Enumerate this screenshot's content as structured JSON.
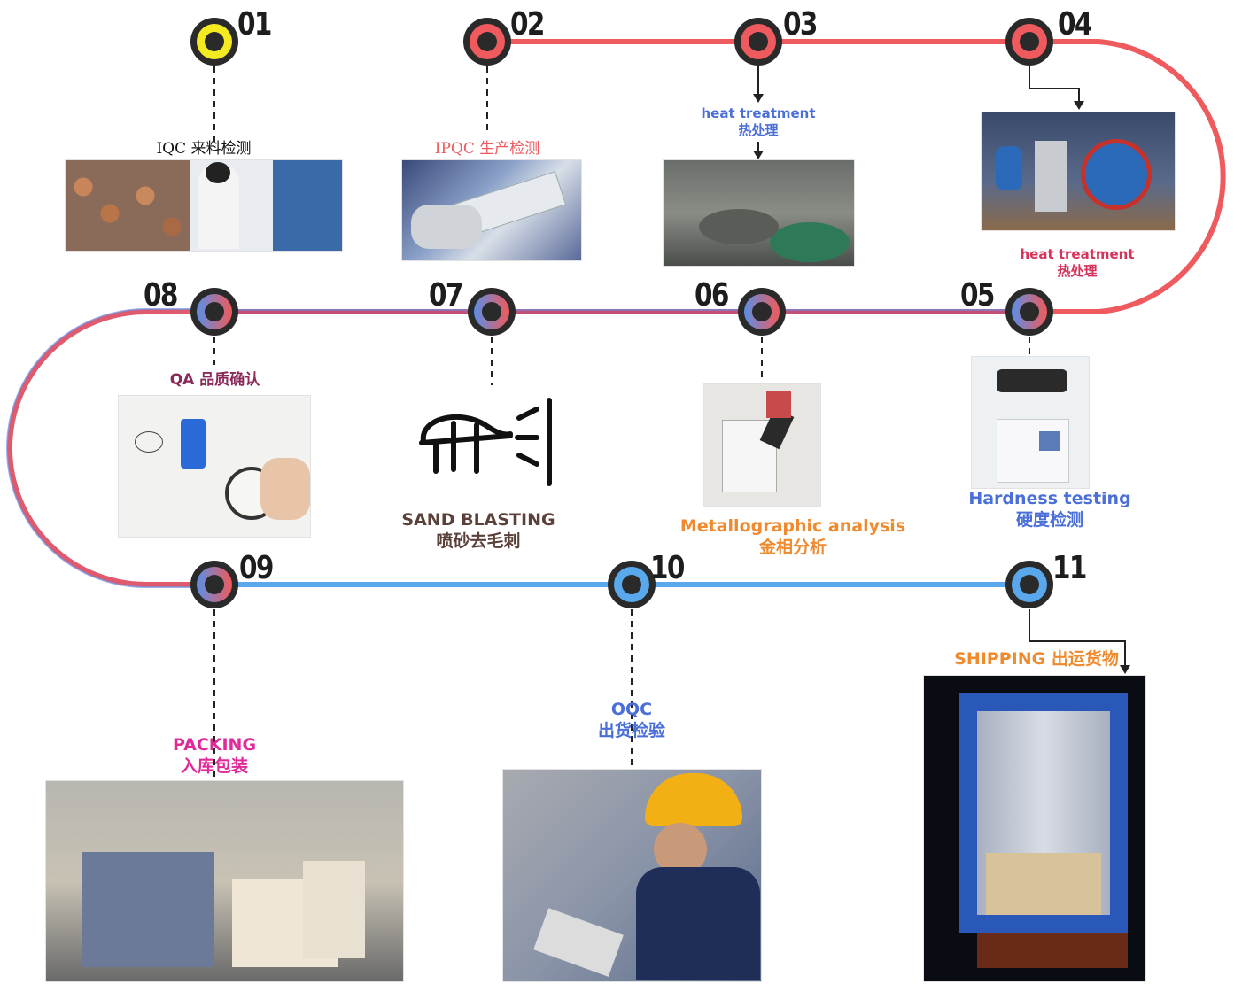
{
  "colors": {
    "yellow": "#f4ea22",
    "red": "#ee5a5e",
    "purple": "#8a3a7a",
    "blue": "#5aa8ec",
    "dark": "#2a2a2a"
  },
  "steps": [
    {
      "num": "01",
      "label_en": "IQC",
      "label_zh": "来料检测",
      "icon": "iqc-photo-icon"
    },
    {
      "num": "02",
      "label_en": "IPQC",
      "label_zh": "生产检测",
      "icon": "ipqc-photo-icon"
    },
    {
      "num": "03",
      "label_en": "heat treatment",
      "label_zh": "热处理",
      "icon": "furnace-photo-icon"
    },
    {
      "num": "04",
      "label_en": "heat treatment",
      "label_zh": "热处理",
      "icon": "heat-treatment-photo-icon"
    },
    {
      "num": "05",
      "label_en": "Hardness testing",
      "label_zh": "硬度检测",
      "icon": "hardness-tester-photo-icon"
    },
    {
      "num": "06",
      "label_en": "Metallographic analysis",
      "label_zh": "金相分析",
      "icon": "microscope-photo-icon"
    },
    {
      "num": "07",
      "label_en": "SAND BLASTING",
      "label_zh": "喷砂去毛刺",
      "icon": "sand-blasting-icon"
    },
    {
      "num": "08",
      "label_en": "QA",
      "label_zh": "品质确认",
      "icon": "qa-drawing-photo-icon"
    },
    {
      "num": "09",
      "label_en": "PACKING",
      "label_zh": "入库包装",
      "icon": "warehouse-photo-icon"
    },
    {
      "num": "10",
      "label_en": "OQC",
      "label_zh": "出货检验",
      "icon": "inspector-photo-icon"
    },
    {
      "num": "11",
      "label_en": "SHIPPING",
      "label_zh": "出运货物",
      "icon": "container-photo-icon"
    }
  ]
}
